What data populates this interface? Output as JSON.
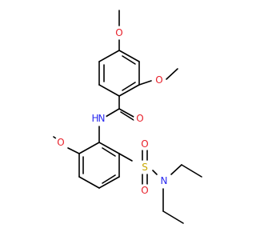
{
  "colors": {
    "background": "#ffffff",
    "bond": "#000000",
    "O": "#e8202a",
    "N": "#2a2af0",
    "S": "#c8a800"
  },
  "atoms": {
    "o_top_methoxy": {
      "label": "O",
      "element": "O"
    },
    "o_ring_methoxy": {
      "label": "O",
      "element": "O"
    },
    "n_amide": {
      "label": "N",
      "element": "N"
    },
    "h_amide": {
      "label": "H",
      "element": "N"
    },
    "o_carbonyl": {
      "label": "O",
      "element": "O"
    },
    "o_lower_methoxy": {
      "label": "O",
      "element": "O"
    },
    "s_sulfonyl": {
      "label": "S",
      "element": "S"
    },
    "o_sulfonyl_top": {
      "label": "O",
      "element": "O"
    },
    "o_sulfonyl_bottom": {
      "label": "O",
      "element": "O"
    },
    "n_sulfonamide": {
      "label": "N",
      "element": "N"
    }
  }
}
